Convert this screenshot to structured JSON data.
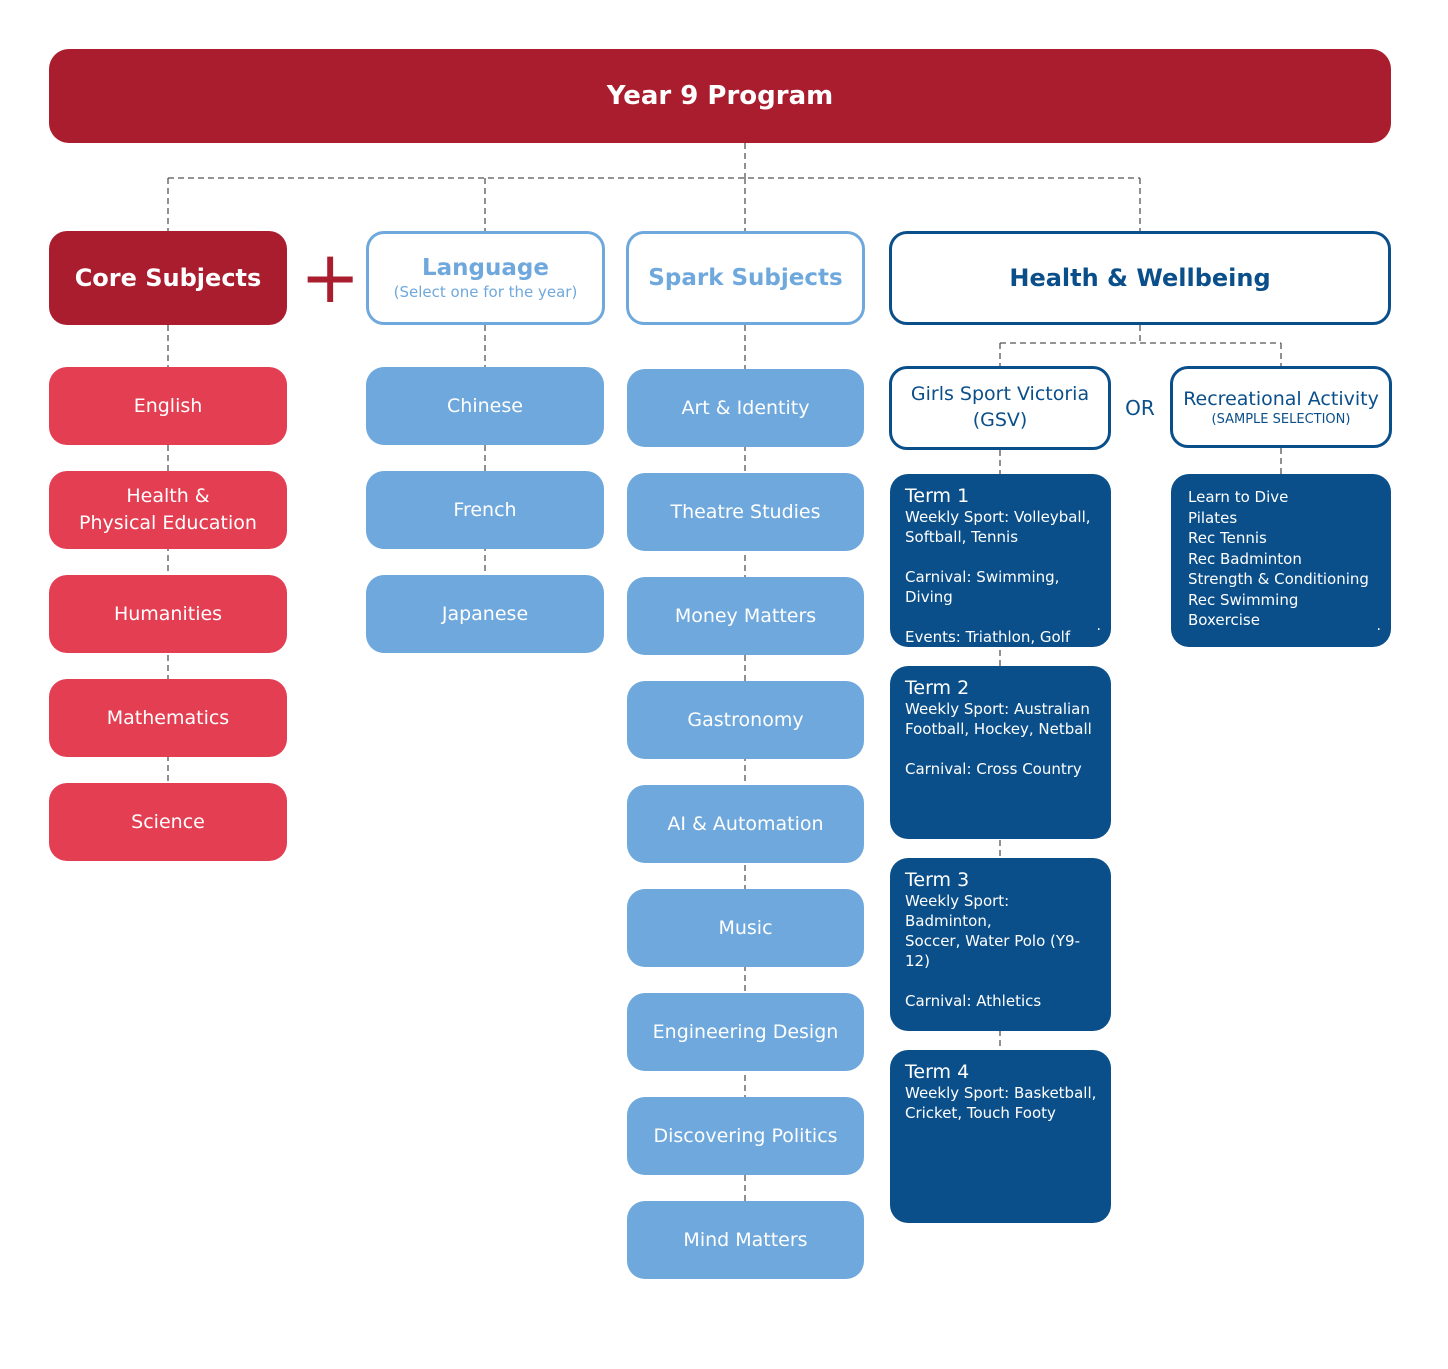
{
  "program_title": "Year 9 Program",
  "core": {
    "heading": "Core Subjects",
    "plus_symbol": "+",
    "items": [
      "English",
      "Health &",
      "Physical Education",
      "Humanities",
      "Mathematics",
      "Science"
    ]
  },
  "language": {
    "heading": "Language",
    "subheading": "(Select one for the year)",
    "items": [
      "Chinese",
      "French",
      "Japanese"
    ]
  },
  "spark": {
    "heading": "Spark Subjects",
    "items": [
      "Art & Identity",
      "Theatre Studies",
      "Money Matters",
      "Gastronomy",
      "AI & Automation",
      "Music",
      "Engineering Design",
      "Discovering Politics",
      "Mind Matters"
    ]
  },
  "health": {
    "heading": "Health & Wellbeing",
    "gsv": {
      "line1": "Girls Sport Victoria",
      "line2": "(GSV)",
      "terms": [
        {
          "title": "Term 1",
          "lines": [
            "Weekly Sport: Volleyball,",
            "Softball, Tennis",
            "",
            "Carnival: Swimming, Diving",
            "",
            "Events: Triathlon, Golf"
          ],
          "dot": "."
        },
        {
          "title": "Term 2",
          "lines": [
            "Weekly Sport: Australian",
            "Football, Hockey, Netball",
            "",
            "Carnival: Cross Country"
          ]
        },
        {
          "title": "Term 3",
          "lines": [
            "Weekly Sport: Badminton,",
            "Soccer, Water Polo (Y9-12)",
            "",
            "Carnival: Athletics"
          ]
        },
        {
          "title": "Term 4",
          "lines": [
            "Weekly Sport: Basketball,",
            "Cricket, Touch Footy"
          ]
        }
      ]
    },
    "or_label": "OR",
    "recreational": {
      "heading": "Recreational Activity",
      "subheading": "(SAMPLE SELECTION)",
      "items": [
        "Learn to Dive",
        "Pilates",
        "Rec Tennis",
        "Rec Badminton",
        "Strength & Conditioning",
        "Rec Swimming",
        "Boxercise"
      ],
      "dot": "."
    }
  },
  "colors": {
    "dark_red": "#a91d2f",
    "red": "#e43e52",
    "light_blue": "#6fa8dc",
    "navy": "#0a4f8a",
    "connector": "#555555"
  }
}
